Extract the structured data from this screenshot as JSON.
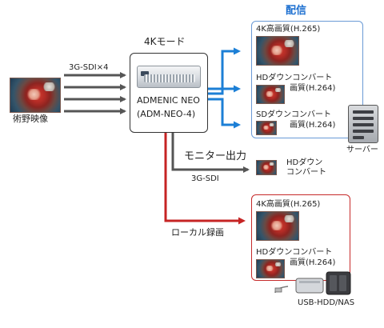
{
  "source": {
    "label": "術野映像"
  },
  "input": {
    "label": "3G-SDI×4"
  },
  "device": {
    "mode": "4Kモード",
    "name": "ADMENIC NEO",
    "model": "(ADM-NEO-4)"
  },
  "distribution": {
    "title": "配信",
    "streams": [
      {
        "label": "4K高画質(H.265)"
      },
      {
        "label_line1": "HDダウンコンバート",
        "label_line2": "画質(H.264)"
      },
      {
        "label_line1": "SDダウンコンバート",
        "label_line2": "画質(H.264)"
      }
    ],
    "server_label": "サーバー"
  },
  "monitor": {
    "title": "モニター出力",
    "connection": "3G-SDI",
    "label_line1": "HDダウン",
    "label_line2": "コンバート"
  },
  "recording": {
    "title": "ローカル録画",
    "streams": [
      {
        "label": "4K高画質(H.265)"
      },
      {
        "label_line1": "HDダウンコンバート",
        "label_line2": "画質(H.264)"
      }
    ],
    "storage_label": "USB-HDD/NAS"
  },
  "colors": {
    "distribution_arrow": "#1c7fd6",
    "monitor_arrow": "#555555",
    "recording_arrow": "#c62424",
    "input_arrow": "#555555",
    "title_blue": "#1c6fd0"
  }
}
